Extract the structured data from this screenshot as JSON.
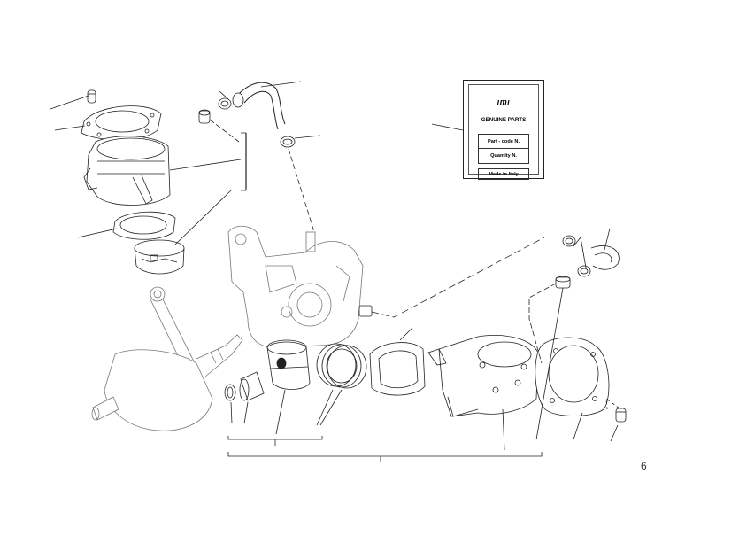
{
  "label": {
    "brand": "ıтı",
    "title": "GENUINE PARTS",
    "part_code": "Part - code N.",
    "quantity": "Quantity N.",
    "made_in": "Made in Italy"
  },
  "page_number": "6"
}
